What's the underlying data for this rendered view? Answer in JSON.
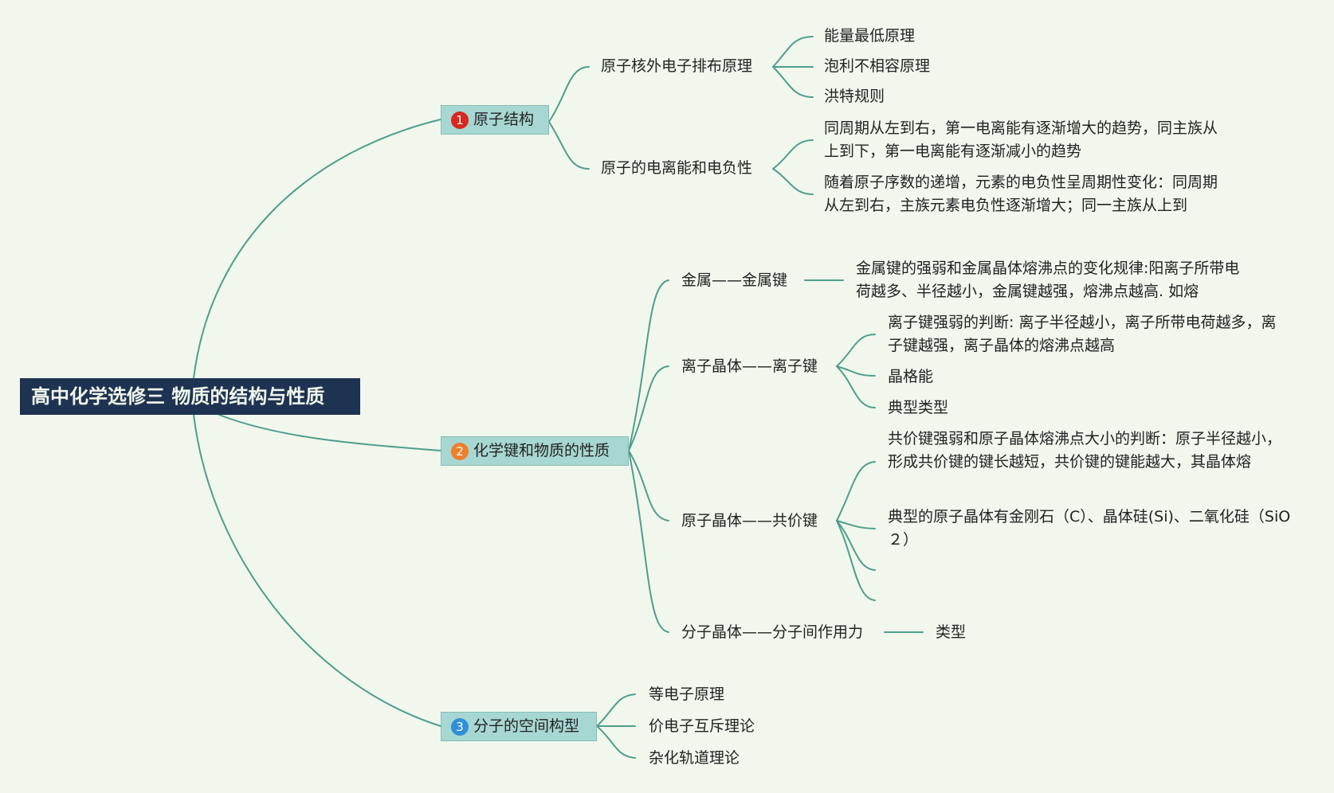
{
  "root": {
    "title": "高中化学选修三 物质的结构与性质"
  },
  "badge_colors": [
    "#d8291f",
    "#ef7f2d",
    "#2f8fd9"
  ],
  "branches": [
    {
      "badge": "1",
      "label": "原子结构",
      "subtopics": [
        {
          "label": "原子核外电子排布原理",
          "items": [
            "能量最低原理",
            "泡利不相容原理",
            "洪特规则"
          ]
        },
        {
          "label": "原子的电离能和电负性",
          "items": [
            "同周期从左到右，第一电离能有逐渐增大的趋势，同主族从上到下，第一电离能有逐渐减小的趋势",
            "随着原子序数的递增，元素的电负性呈周期性变化：同周期从左到右，主族元素电负性逐渐增大；同一主族从上到"
          ]
        }
      ]
    },
    {
      "badge": "2",
      "label": "化学键和物质的性质",
      "subtopics": [
        {
          "label": "金属——金属键",
          "items": [
            "金属键的强弱和金属晶体熔沸点的变化规律:阳离子所带电荷越多、半径越小，金属键越强，熔沸点越高. 如熔"
          ]
        },
        {
          "label": "离子晶体——离子键",
          "items": [
            "离子键强弱的判断: 离子半径越小，离子所带电荷越多，离子键越强，离子晶体的熔沸点越高",
            "晶格能",
            "典型类型"
          ]
        },
        {
          "label": "原子晶体——共价键",
          "items": [
            "共价键强弱和原子晶体熔沸点大小的判断：原子半径越小，形成共价键的键长越短，共价键的键能越大，其晶体熔",
            "典型的原子晶体有金刚石（C）、晶体硅(Si)、二氧化硅（SiO２）",
            "",
            ""
          ]
        },
        {
          "label": "分子晶体——分子间作用力",
          "items": [
            "类型"
          ]
        }
      ]
    },
    {
      "badge": "3",
      "label": "分子的空间构型",
      "items": [
        "等电子原理",
        "价电子互斥理论",
        "杂化轨道理论"
      ]
    }
  ]
}
